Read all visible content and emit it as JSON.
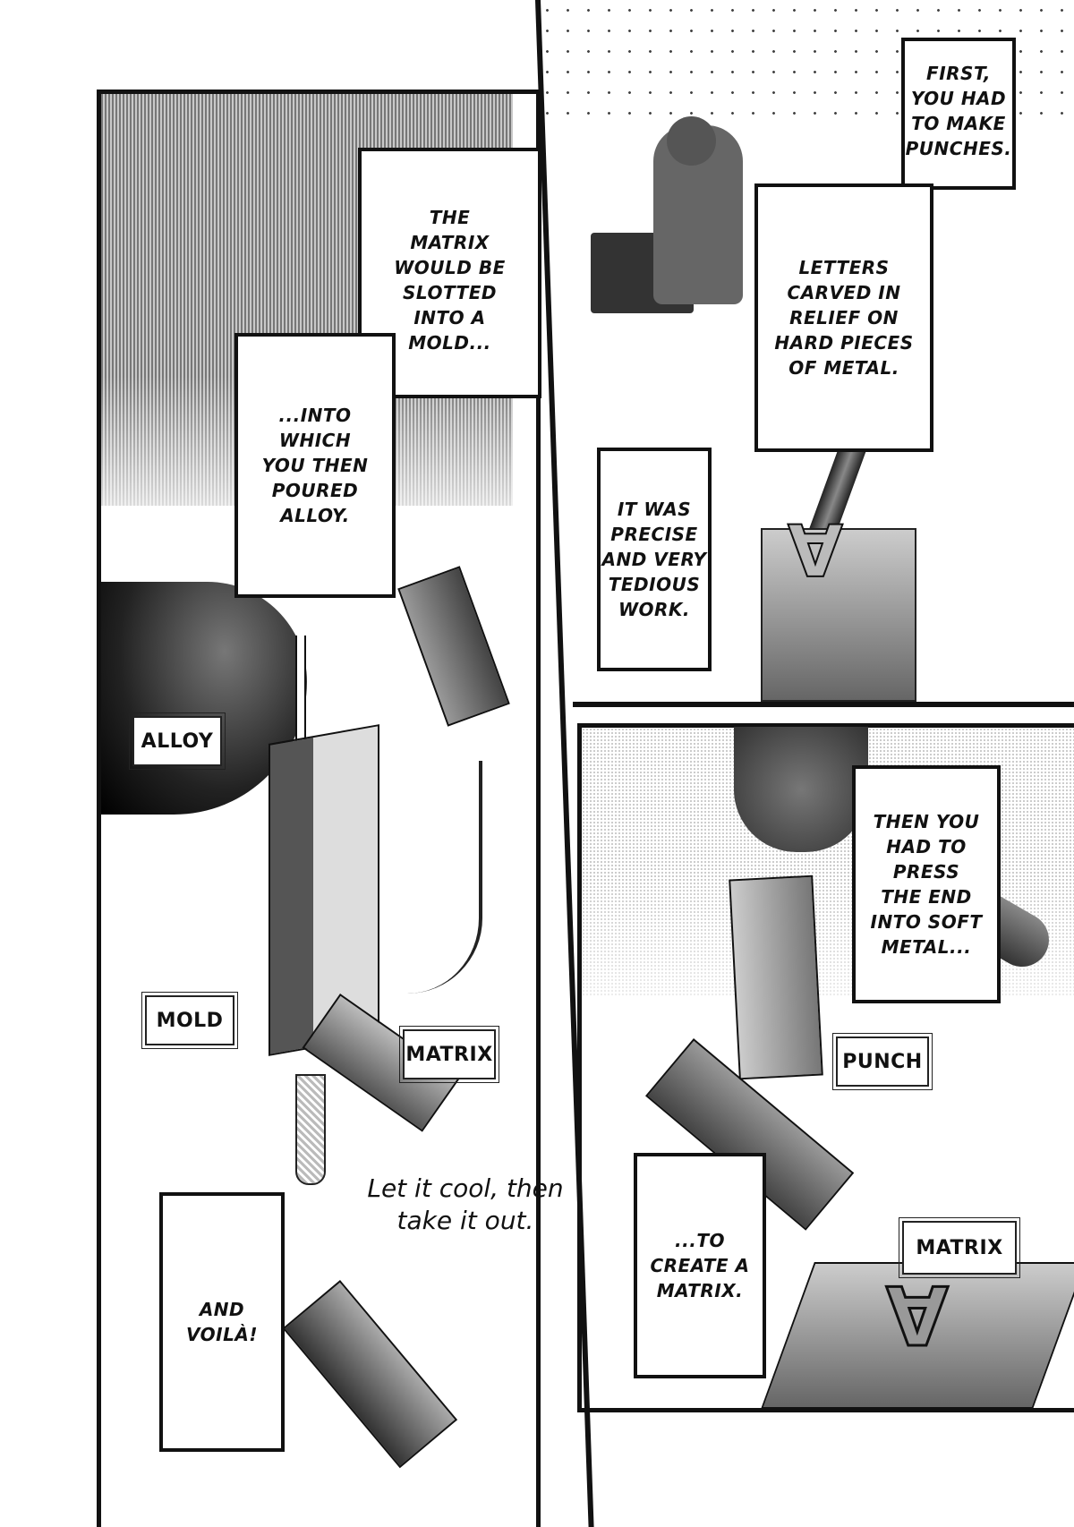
{
  "page": {
    "type": "manga-page",
    "panels": [
      {
        "id": "panel-left",
        "captions": [
          {
            "text": "THE\nMATRIX\nWOULD BE\nSLOTTED\nINTO A\nMOLD..."
          },
          {
            "text": "...INTO\nWHICH\nYOU THEN\nPOURED\nALLOY."
          },
          {
            "text": "AND\nVOILÀ!"
          }
        ],
        "labels": [
          "ALLOY",
          "MOLD",
          "MATRIX"
        ],
        "handwritten": "Let it cool, then\ntake it out."
      },
      {
        "id": "panel-top-right",
        "captions": [
          {
            "text": "FIRST,\nYOU HAD\nTO MAKE\nPUNCHES."
          },
          {
            "text": "LETTERS\nCARVED IN\nRELIEF ON\nHARD PIECES\nOF METAL."
          },
          {
            "text": "IT WAS\nPRECISE\nAND VERY\nTEDIOUS\nWORK."
          }
        ]
      },
      {
        "id": "panel-bottom-right",
        "captions": [
          {
            "text": "THEN YOU\nHAD TO\nPRESS\nTHE END\nINTO SOFT\nMETAL..."
          },
          {
            "text": "...TO\nCREATE A\nMATRIX."
          }
        ],
        "labels": [
          "PUNCH",
          "MATRIX"
        ]
      }
    ]
  }
}
